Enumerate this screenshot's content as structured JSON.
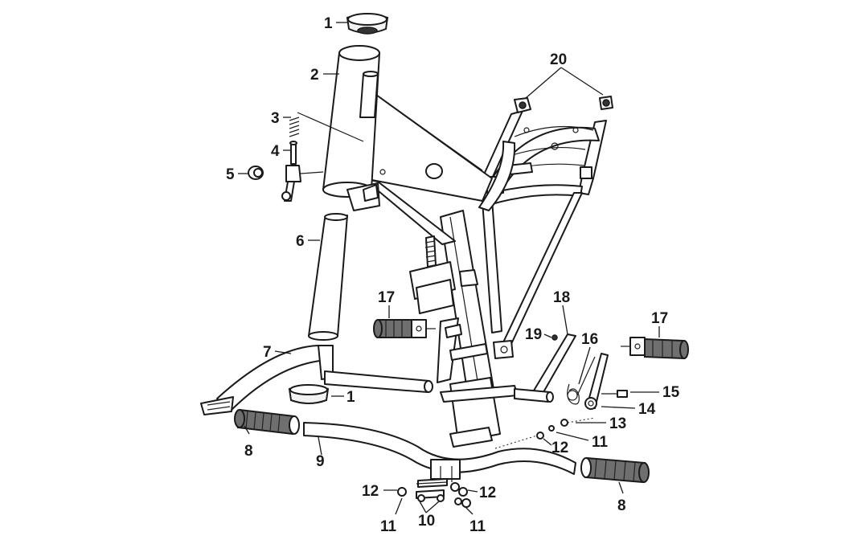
{
  "callouts": {
    "c1_top": "1",
    "c2": "2",
    "c3": "3",
    "c4": "4",
    "c5": "5",
    "c6": "6",
    "c7": "7",
    "c1_mid": "1",
    "c8_left": "8",
    "c9": "9",
    "c12_bl": "12",
    "c11_bl": "11",
    "c10": "10",
    "c11_bm": "11",
    "c12_bm": "12",
    "c17_left": "17",
    "c18": "18",
    "c19": "19",
    "c16": "16",
    "c17_right": "17",
    "c15": "15",
    "c14": "14",
    "c13": "13",
    "c11_r": "11",
    "c12_r": "12",
    "c8_right": "8",
    "c20": "20"
  }
}
